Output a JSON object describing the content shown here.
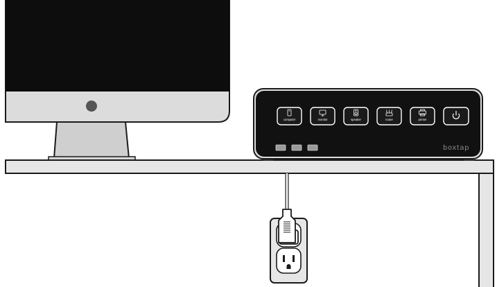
{
  "device": {
    "brand": "boxtap",
    "buttons": [
      {
        "label": "computer",
        "icon": "computer-tower-icon"
      },
      {
        "label": "monitor",
        "icon": "monitor-icon"
      },
      {
        "label": "speaker",
        "icon": "speaker-icon"
      },
      {
        "label": "router",
        "icon": "router-icon"
      },
      {
        "label": "printer",
        "icon": "printer-icon"
      },
      {
        "label": "",
        "icon": "power-icon"
      }
    ],
    "usb_ports": 3
  },
  "colors": {
    "device_body": "#111111",
    "monitor_screen": "#0d0d0d",
    "monitor_bezel": "#d9d9d9",
    "desk": "#e6e6e6",
    "outline": "#1a1a1a"
  }
}
